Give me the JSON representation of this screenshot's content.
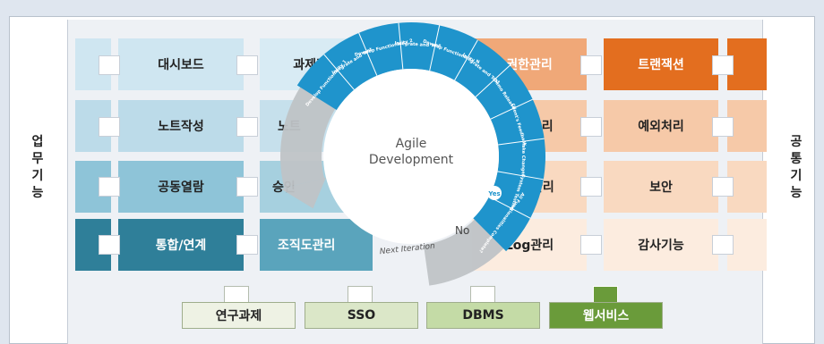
{
  "side_labels": {
    "left": "업무기능",
    "right": "공통기능"
  },
  "left_modules": [
    "대시보드",
    "과제관리",
    "노트작성",
    "노트",
    "공동열람",
    "승인",
    "통합/연계",
    "조직도관리"
  ],
  "right_modules": [
    "권한관리",
    "트랜잭션",
    "뉴관리",
    "예외처리",
    "관리",
    "보안",
    "Log관리",
    "감사기능"
  ],
  "bottom_modules": [
    "연구과제",
    "SSO",
    "DBMS",
    "웹서비스"
  ],
  "cycle": {
    "center_line1": "Agile",
    "center_line2": "Development",
    "steps": [
      "Develop Functionality 1",
      "Integrate and Test",
      "Develop Functionality 2",
      "Integrate and Test",
      "Develop Functionality N",
      "Integrate and Test",
      "Demo Release",
      "Client's Feedback",
      "Make Changes",
      "System Testing",
      "All Functionalities Complete?"
    ],
    "yes": "Yes",
    "no": "No",
    "next_iteration": "Next Iteration"
  }
}
